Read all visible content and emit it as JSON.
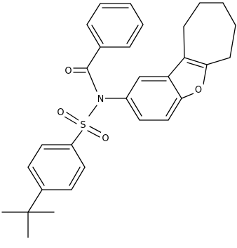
{
  "molecule": {
    "atoms": {
      "carbonyl_oxygen": "O",
      "amide_nitrogen": "N",
      "sulfur": "S",
      "sulfonyl_oxygen_left": "O",
      "sulfonyl_oxygen_right": "O",
      "furan_oxygen": "O"
    }
  },
  "colors": {
    "bond": "#000000",
    "background": "#ffffff"
  }
}
